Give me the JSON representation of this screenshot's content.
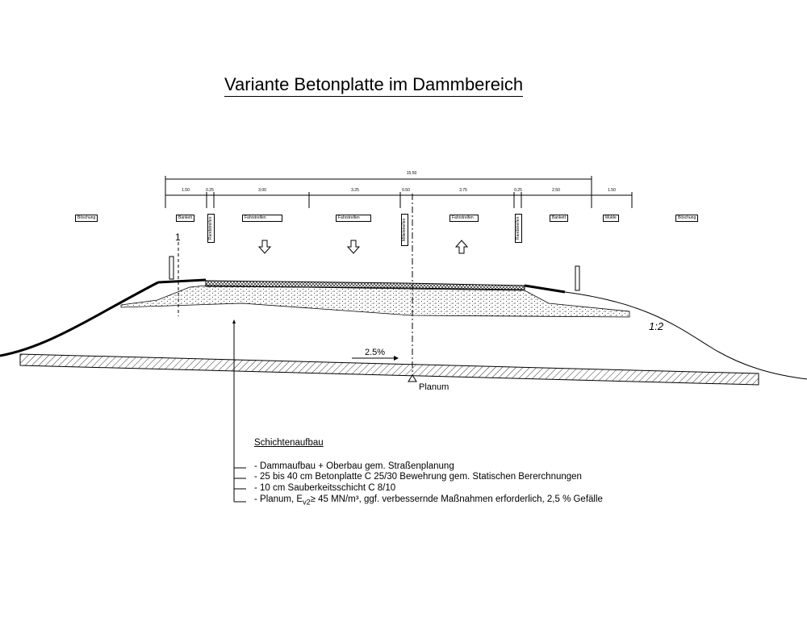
{
  "title": "Variante Betonplatte im Dammbereich",
  "dimensions": {
    "total": "15.50",
    "parts": [
      "1.50",
      "0.25",
      "3.00",
      "3.25",
      "0.50",
      "3.75",
      "0.25",
      "2.50",
      "1.50"
    ]
  },
  "zones": [
    "Böschung",
    "Bankett",
    "Randstreifen",
    "Fahrstreifen",
    "Fahrstreifen",
    "Mittelstreifen",
    "Fahrstreifen",
    "Randstreifen",
    "Bankett",
    "Mulde",
    "Böschung"
  ],
  "section_marker": "1",
  "slope_ratio": "1:2",
  "gradient": "2.5%",
  "planum_label": "Planum",
  "notes": {
    "heading": "Schichtenaufbau",
    "items": [
      "- Dammaufbau + Oberbau gem. Straßenplanung",
      "- 25 bis 40 cm Betonplatte C 25/30 Bewehrung gem. Statischen Bererchnungen",
      "- 10 cm Sauberkeitsschicht C 8/10"
    ],
    "planum_prefix": "- Planum, E",
    "planum_sub": "v2",
    "planum_rest": "≥ 45 MN/m³, ggf. verbessernde Maßnahmen erforderlich, 2,5 % Gefälle"
  }
}
